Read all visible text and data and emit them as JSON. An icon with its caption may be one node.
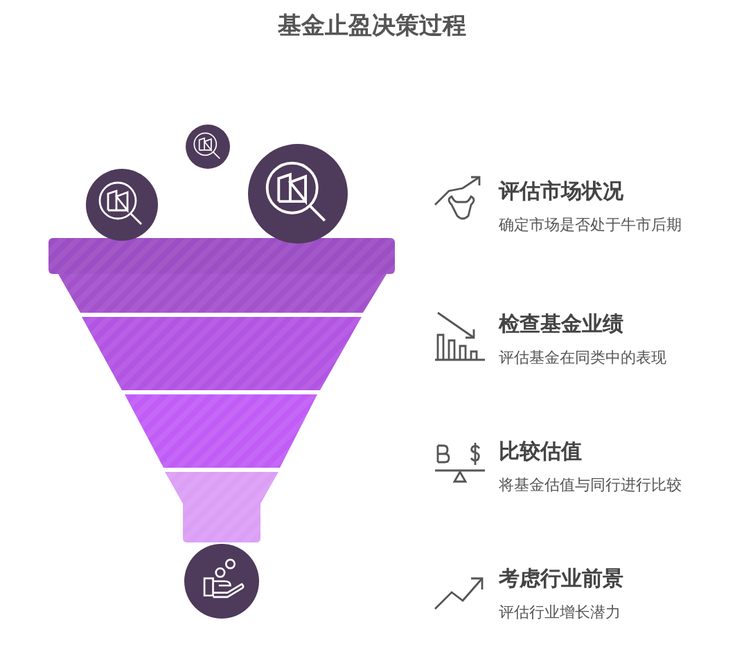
{
  "diagram": {
    "title": "基金止盈决策过程",
    "nodes": [
      {
        "text": [
          "评估市场状况",
          "确定市场是否处于牛市后期"
        ]
      },
      {
        "text": [
          "检查基金业绩",
          "评估基金在同类中的表现"
        ]
      },
      {
        "text": [
          "比较估值",
          "将基金估值与同行进行比较"
        ]
      },
      {
        "text": [
          "考虑行业前景",
          "评估行业增长潜力"
        ]
      }
    ]
  }
}
